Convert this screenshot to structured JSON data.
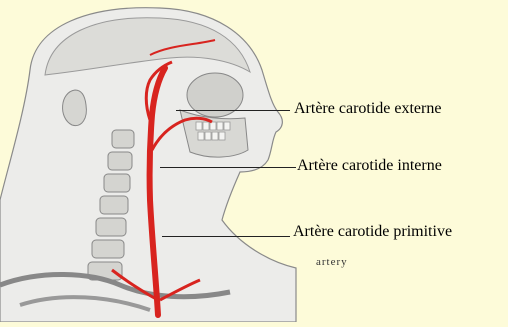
{
  "labels": {
    "external": "Artère carotide externe",
    "internal": "Artère carotide interne",
    "primitive": "Artère carotide primitive"
  },
  "fragments": {
    "partial_text": "artery"
  },
  "colors": {
    "background": "#fdfbd9",
    "artery": "#d8241f",
    "skin": "#e8e8e4"
  }
}
